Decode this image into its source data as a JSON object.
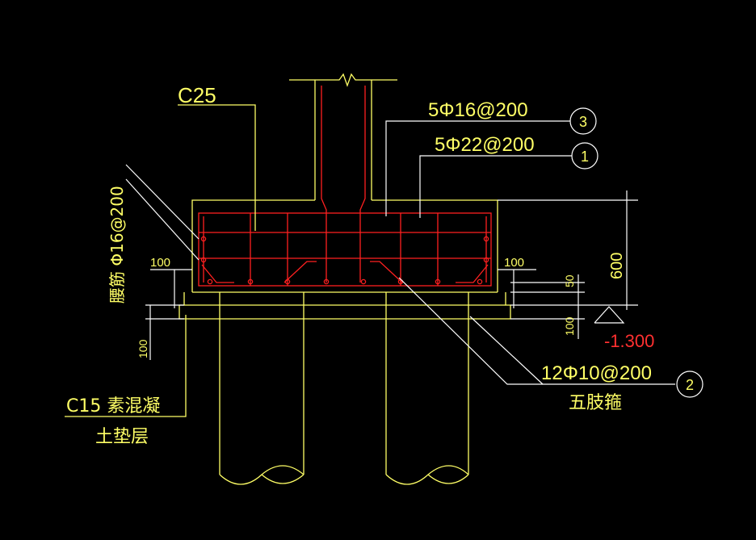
{
  "colors": {
    "background": "#000000",
    "outline": "#ffff66",
    "rebar": "#ff2020",
    "leader": "#ffffff"
  },
  "labels": {
    "concrete_grade": "C25",
    "top_bar": "5Φ16@200",
    "bottom_bar": "5Φ22@200",
    "stirrup": "12Φ10@200",
    "stirrup_note": "五肢箍",
    "waist_bar": "腰筋 Φ16@200",
    "cushion_line1": "C15 素混凝",
    "cushion_line2": "土垫层",
    "elevation": "-1.300"
  },
  "markers": {
    "m3": "3",
    "m1": "1",
    "m2": "2"
  },
  "dims": {
    "cover_left": "100",
    "cover_right": "100",
    "height": "600",
    "d50": "50",
    "d100_right": "100",
    "d100_left": "100"
  }
}
